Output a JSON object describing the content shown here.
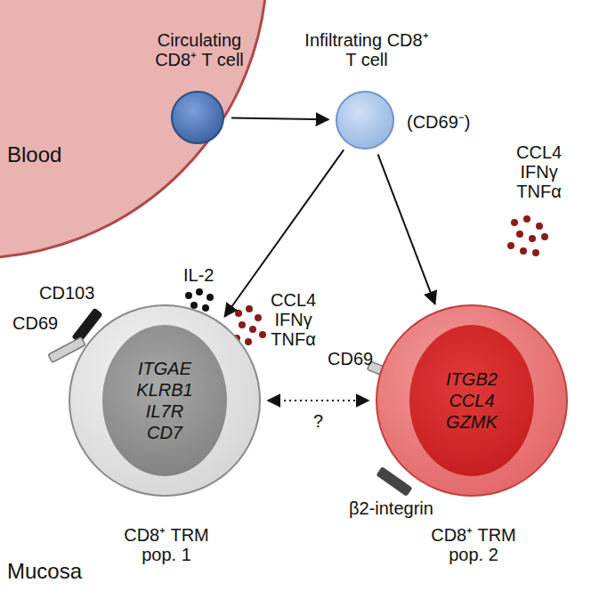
{
  "diagram": {
    "nodes": [
      {
        "text": [
          "Circulating CD8⁺ T cell"
        ]
      },
      {
        "text": [
          "Infiltrating CD8⁺ T cell",
          "(CD69⁻)"
        ]
      },
      {
        "text": [
          "ITGAE KLRB1 IL7R CD7",
          "CD8⁺ TRM pop. 1"
        ]
      },
      {
        "text": [
          "ITGB2 CCL4 GZMK",
          "CD8⁺ TRM pop. 2"
        ]
      }
    ],
    "edges": [
      {
        "from": 0,
        "to": 1,
        "arrow": "to"
      },
      {
        "from": 1,
        "to": 2,
        "arrow": "to"
      },
      {
        "from": 1,
        "to": 3,
        "arrow": "to"
      },
      {
        "from": 2,
        "to": 3,
        "label": "?",
        "arrow": "both"
      }
    ],
    "labels": [
      "Blood",
      "CD103",
      "CD69",
      "IL-2",
      "CCL4 IFNγ TNFα",
      "CCL4 IFNγ TNFα",
      "CD69",
      "β2-integrin",
      "Mucosa"
    ]
  }
}
